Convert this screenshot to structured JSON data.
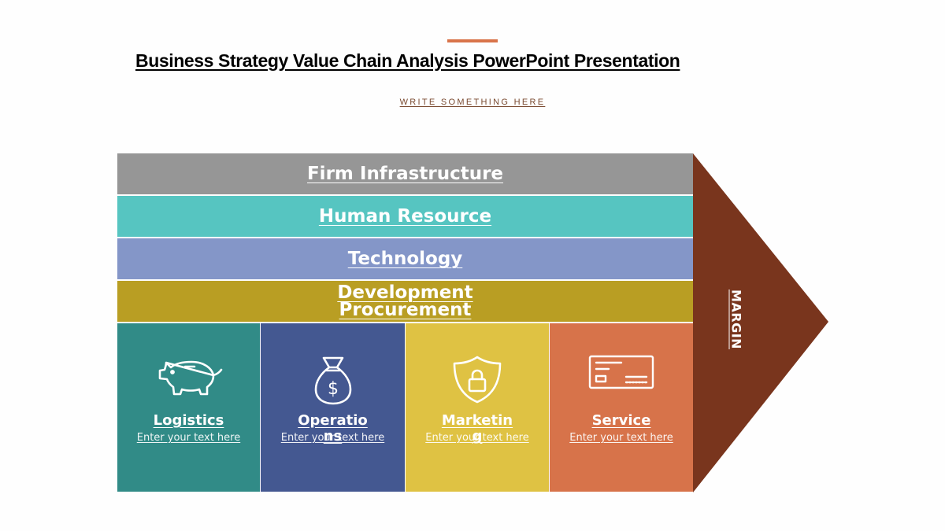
{
  "header": {
    "title": "Business Strategy Value Chain Analysis PowerPoint Presentation",
    "subtitle": "WRITE SOMETHING HERE"
  },
  "support_activities": [
    {
      "label": "Firm Infrastructure",
      "color": "#969696"
    },
    {
      "label": "Human Resource",
      "color": "#56c5c1"
    },
    {
      "label": "Technology",
      "color": "#8496c8"
    },
    {
      "label": "Development\nProcurement",
      "color": "#b99e23"
    }
  ],
  "primary_activities": [
    {
      "label": "Logistics",
      "text": "Enter your text here",
      "color": "#318b87",
      "icon": "piggy-bank-icon"
    },
    {
      "label": "Operations",
      "text": "Enter your text here",
      "color": "#445891",
      "icon": "money-bag-icon"
    },
    {
      "label": "Marketing",
      "text": "Enter your text here",
      "color": "#dfc243",
      "icon": "shield-lock-icon"
    },
    {
      "label": "Service",
      "text": "Enter your text here",
      "color": "#d7734a",
      "icon": "check-icon"
    }
  ],
  "margin": {
    "label": "MARGIN",
    "color": "#79351d"
  },
  "accent_color": "#d9744a"
}
